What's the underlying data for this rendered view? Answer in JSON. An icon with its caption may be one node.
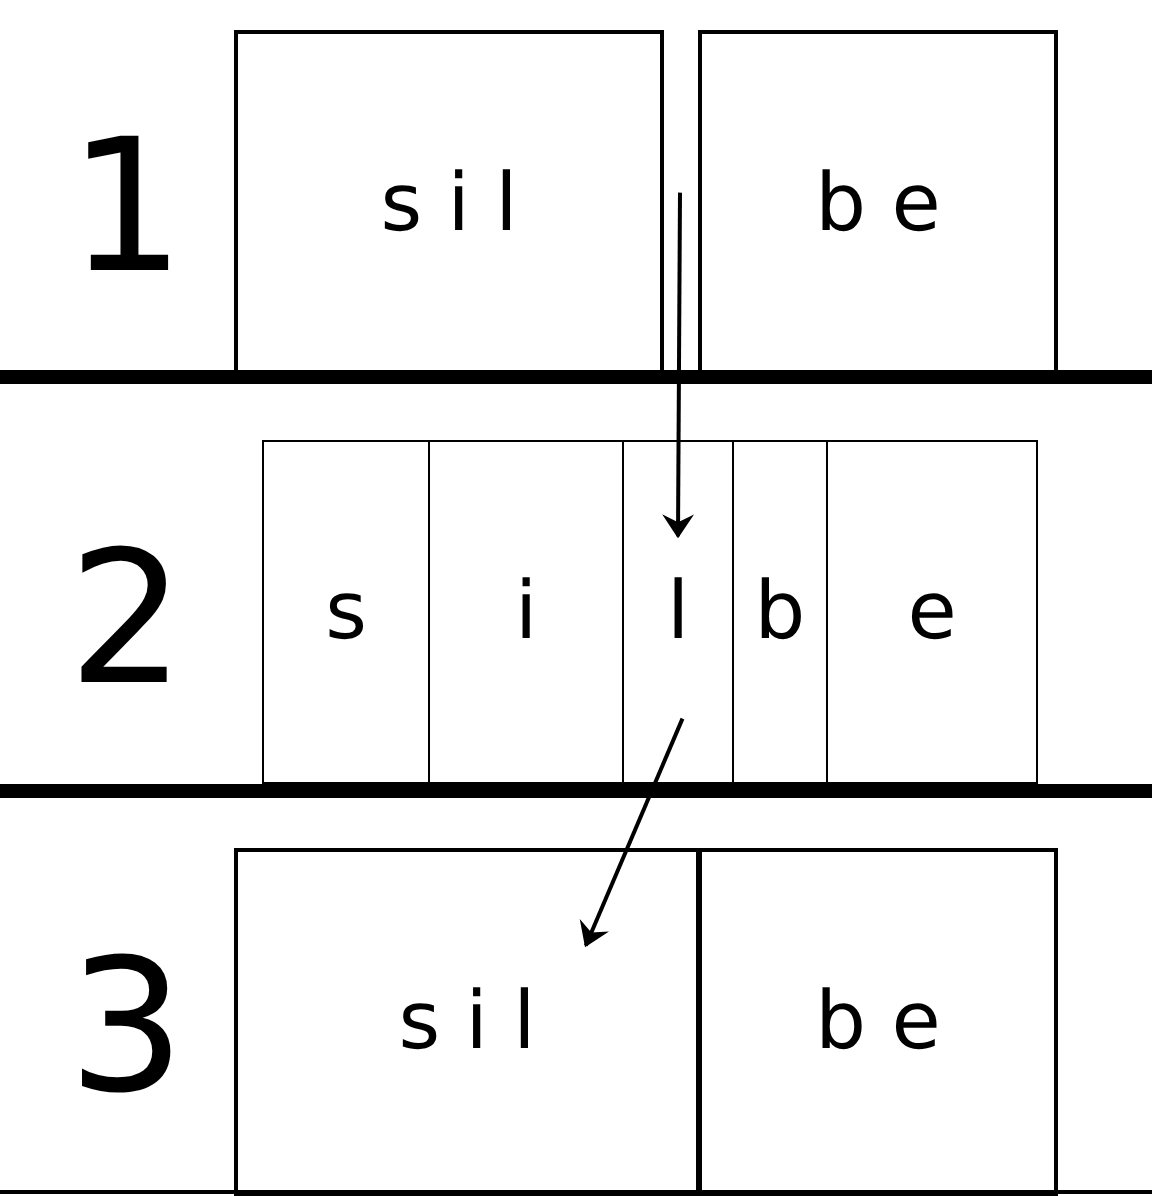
{
  "diagram": {
    "nodes": [
      {
        "text": [
          "s i l"
        ]
      },
      {
        "text": [
          "b e"
        ]
      },
      {
        "text": [
          "s"
        ]
      },
      {
        "text": [
          "i"
        ]
      },
      {
        "text": [
          "l"
        ]
      },
      {
        "text": [
          "b"
        ]
      },
      {
        "text": [
          "e"
        ]
      },
      {
        "text": [
          "s i l"
        ]
      },
      {
        "text": [
          "b e"
        ]
      }
    ],
    "edges": [
      {
        "from": 0,
        "to": 4,
        "arrow": "to"
      },
      {
        "from": 4,
        "to": 7,
        "arrow": "to"
      }
    ],
    "labels": [
      "1",
      "2",
      "3"
    ]
  }
}
